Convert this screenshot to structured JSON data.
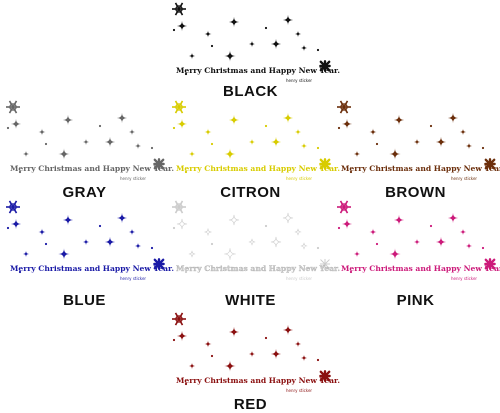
{
  "greeting": "Merry Christmas and Happy New Year.",
  "small_text": "henry sticker",
  "tiles": [
    {
      "id": "black",
      "label": "BLACK",
      "color": "#111111"
    },
    {
      "id": "gray",
      "label": "GRAY",
      "color": "#666666"
    },
    {
      "id": "citron",
      "label": "CITRON",
      "color": "#d8cc00"
    },
    {
      "id": "brown",
      "label": "BROWN",
      "color": "#6b2e0b"
    },
    {
      "id": "blue",
      "label": "BLUE",
      "color": "#1a1aa6"
    },
    {
      "id": "white",
      "label": "WHITE",
      "color": "#cccccc"
    },
    {
      "id": "pink",
      "label": "PINK",
      "color": "#cc1a7a"
    },
    {
      "id": "red",
      "label": "RED",
      "color": "#8b1010"
    }
  ],
  "icons": {
    "snowflake": "snowflake-icon",
    "sparkle": "sparkle-icon",
    "cross": "cross-icon"
  }
}
